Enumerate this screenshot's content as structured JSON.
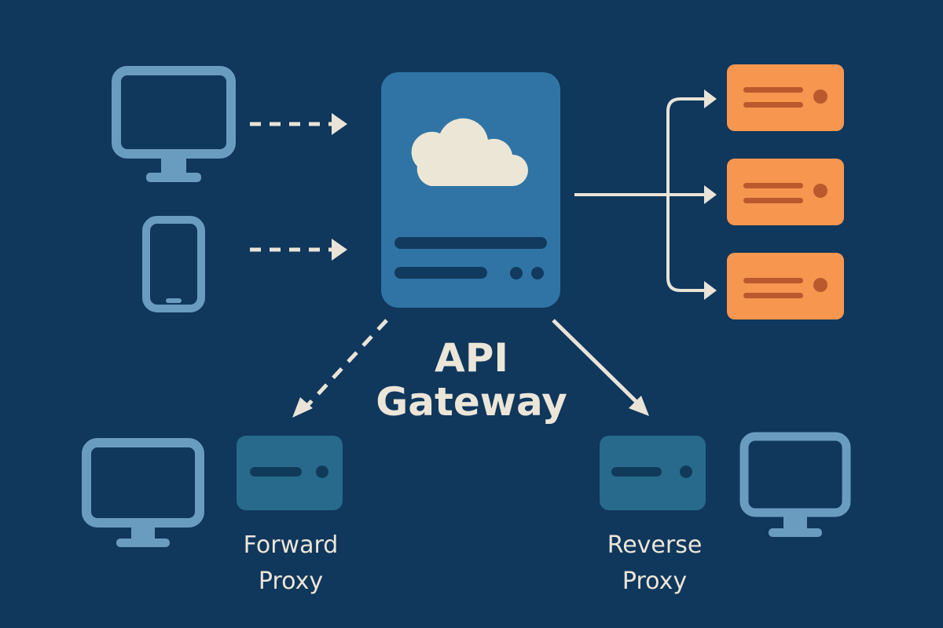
{
  "gateway": {
    "title_line1": "API",
    "title_line2": "Gateway",
    "icon": "cloud-icon"
  },
  "forward_proxy": {
    "label_line1": "Forward",
    "label_line2": "Proxy"
  },
  "reverse_proxy": {
    "label_line1": "Reverse",
    "label_line2": "Proxy"
  },
  "colors": {
    "background": "#10375c",
    "client_icon": "#6a9cc0",
    "gateway_card": "#2f74a5",
    "gateway_line": "#123a5e",
    "cloud": "#ece6d6",
    "server_backend": "#f6964f",
    "server_backend_line": "#b9592d",
    "proxy_box": "#276a8c",
    "proxy_line": "#113a5a",
    "arrow": "#e9e4d7"
  }
}
